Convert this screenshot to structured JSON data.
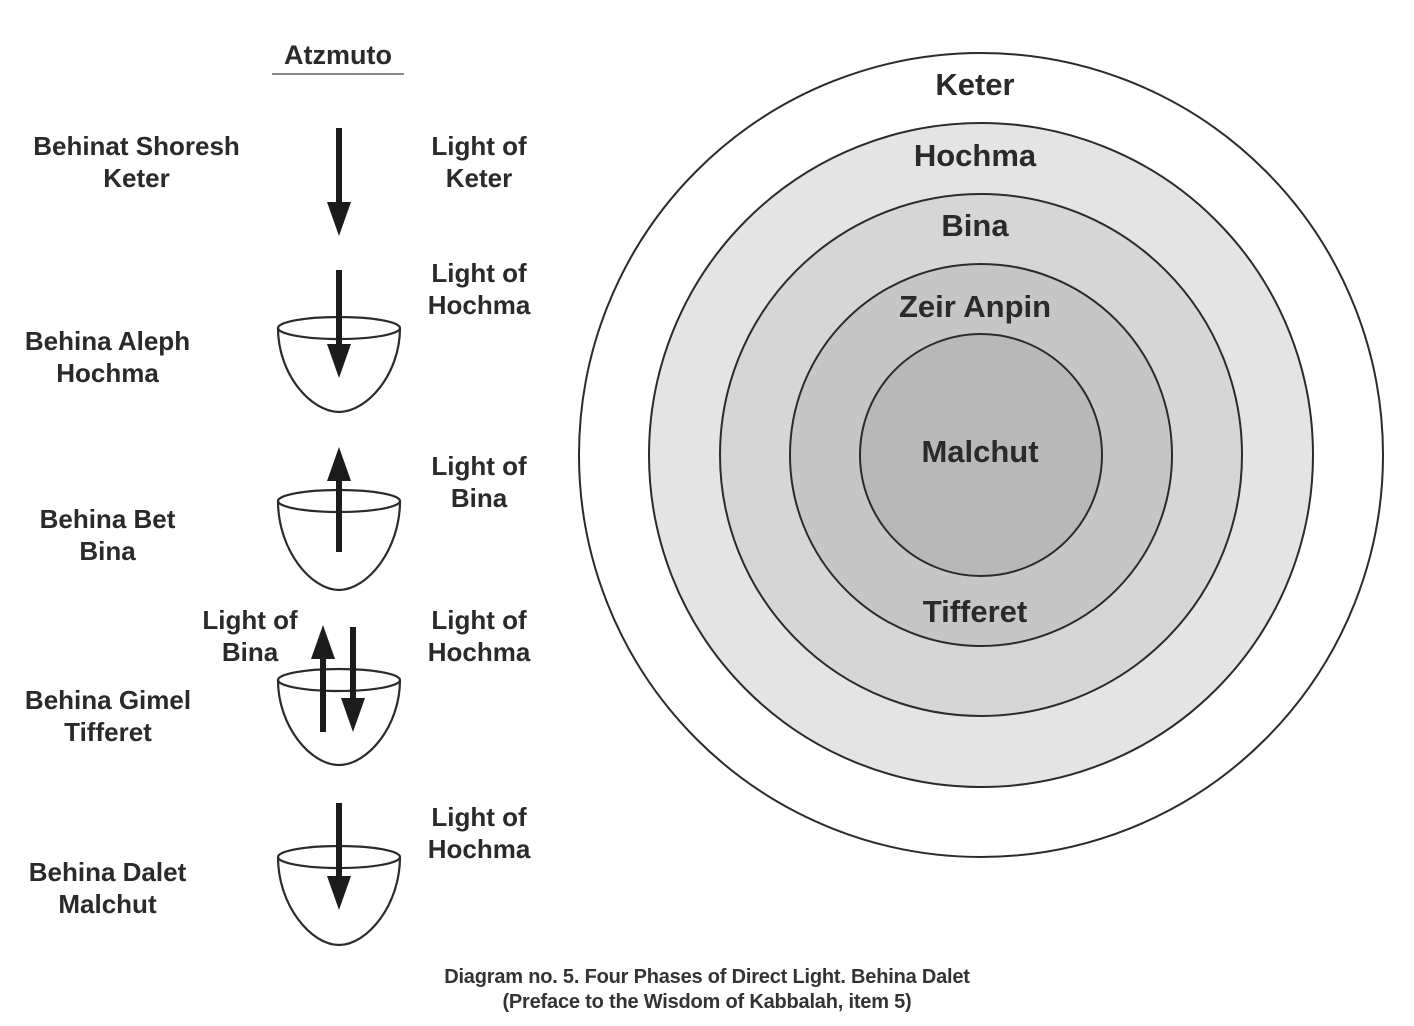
{
  "title": "Atzmuto",
  "phases": [
    {
      "id": "shoresh",
      "name_line1": "Behinat Shoresh",
      "name_line2": "Keter",
      "has_vessel": false,
      "lights": [
        {
          "label_line1": "Light of",
          "label_line2": "Keter",
          "direction": "down",
          "side": "right"
        }
      ]
    },
    {
      "id": "aleph",
      "name_line1": "Behina Aleph",
      "name_line2": "Hochma",
      "has_vessel": true,
      "lights": [
        {
          "label_line1": "Light of",
          "label_line2": "Hochma",
          "direction": "down",
          "side": "right"
        }
      ]
    },
    {
      "id": "bet",
      "name_line1": "Behina Bet",
      "name_line2": "Bina",
      "has_vessel": true,
      "lights": [
        {
          "label_line1": "Light of",
          "label_line2": "Bina",
          "direction": "up",
          "side": "right"
        }
      ]
    },
    {
      "id": "gimel",
      "name_line1": "Behina Gimel",
      "name_line2": "Tifferet",
      "has_vessel": true,
      "lights": [
        {
          "label_line1": "Light of",
          "label_line2": "Bina",
          "direction": "up",
          "side": "left"
        },
        {
          "label_line1": "Light of",
          "label_line2": "Hochma",
          "direction": "down",
          "side": "right"
        }
      ]
    },
    {
      "id": "dalet",
      "name_line1": "Behina Dalet",
      "name_line2": "Malchut",
      "has_vessel": true,
      "lights": [
        {
          "label_line1": "Light of",
          "label_line2": "Hochma",
          "direction": "down",
          "side": "right"
        }
      ]
    }
  ],
  "concentric_circles": [
    {
      "label": "Keter",
      "fill": "#ffffff"
    },
    {
      "label": "Hochma",
      "fill": "#e4e4e4"
    },
    {
      "label": "Bina",
      "fill": "#d6d6d6"
    },
    {
      "label": "Zeir Anpin",
      "fill": "#c6c6c6"
    },
    {
      "label": "Malchut",
      "fill": "#b8b8b8"
    }
  ],
  "inner_extra_label": "Tifferet",
  "caption": {
    "line1": "Diagram no. 5. Four Phases of Direct Light. Behina Dalet",
    "line2": "(Preface to the Wisdom of Kabbalah, item 5)"
  },
  "colors": {
    "stroke": "#2b2b2b",
    "arrow": "#1c1c1c",
    "text": "#2a2a2a"
  }
}
